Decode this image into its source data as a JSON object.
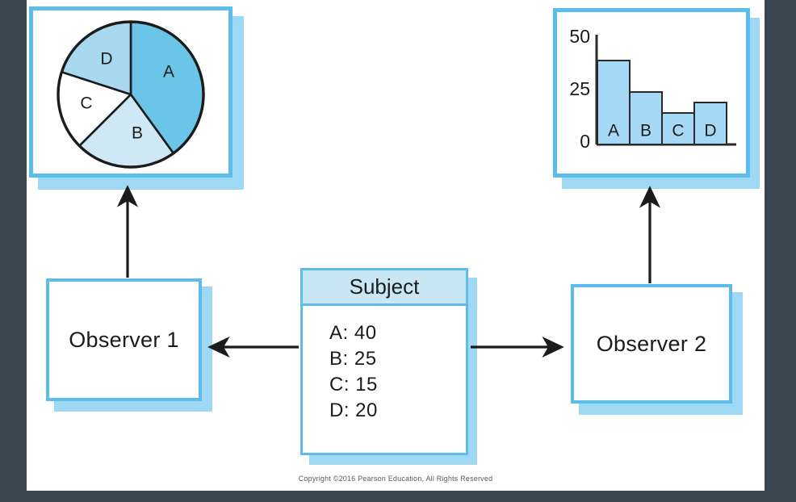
{
  "page": {
    "background_color": "#3a4750",
    "sheet_color": "#ffffff",
    "copyright": "Copyright ©2016 Pearson Education, All Rights Reserved"
  },
  "palette": {
    "frame_blue": "#5cbcea",
    "shadow_blue": "#9ed8f2",
    "header_blue": "#c9e6f5",
    "slice_a": "#6bc5e8",
    "slice_b": "#cfe8f5",
    "slice_c": "#ffffff",
    "slice_d": "#a8d8ee",
    "bar_fill": "#a6d9f5",
    "stroke_dark": "#1b1b1b",
    "text_dark": "#1b1b1b"
  },
  "nodes": {
    "observer_1": {
      "label": "Observer 1"
    },
    "observer_2": {
      "label": "Observer 2"
    },
    "subject": {
      "title": "Subject",
      "rows": [
        {
          "key": "A",
          "value": "40",
          "text": "A: 40"
        },
        {
          "key": "B",
          "value": "25",
          "text": "B: 25"
        },
        {
          "key": "C",
          "value": "15",
          "text": "C: 15"
        },
        {
          "key": "D",
          "value": "20",
          "text": "D: 20"
        }
      ]
    }
  },
  "connections": [
    {
      "name": "subject-to-observer-1",
      "from": "subject",
      "to": "observer_1",
      "direction": "left"
    },
    {
      "name": "subject-to-observer-2",
      "from": "subject",
      "to": "observer_2",
      "direction": "right"
    },
    {
      "name": "observer-1-to-pie-chart",
      "from": "observer_1",
      "to": "pie_chart",
      "direction": "up"
    },
    {
      "name": "observer-2-to-bar-chart",
      "from": "observer_2",
      "to": "bar_chart",
      "direction": "up"
    }
  ],
  "chart_data": [
    {
      "name": "pie_chart",
      "type": "pie",
      "title": "",
      "categories": [
        "A",
        "B",
        "C",
        "D"
      ],
      "values": [
        40,
        25,
        15,
        20
      ],
      "labels": [
        "A",
        "B",
        "C",
        "D"
      ],
      "colors": [
        "#6bc5e8",
        "#cfe8f5",
        "#ffffff",
        "#a8d8ee"
      ],
      "start_angle_deg": 0,
      "direction": "clockwise",
      "legend": "none",
      "grid": false,
      "owner": "Observer 1"
    },
    {
      "name": "bar_chart",
      "type": "bar",
      "title": "",
      "categories": [
        "A",
        "B",
        "C",
        "D"
      ],
      "values": [
        40,
        25,
        15,
        20
      ],
      "bar_labels": [
        "A",
        "B",
        "C",
        "D"
      ],
      "xlabel": "",
      "ylabel": "",
      "ylim": [
        0,
        50
      ],
      "yticks": [
        "0",
        "25",
        "50"
      ],
      "ytick_values": [
        0,
        25,
        50
      ],
      "bar_color": "#a6d9f5",
      "grid": false,
      "legend": "none",
      "owner": "Observer 2"
    }
  ]
}
